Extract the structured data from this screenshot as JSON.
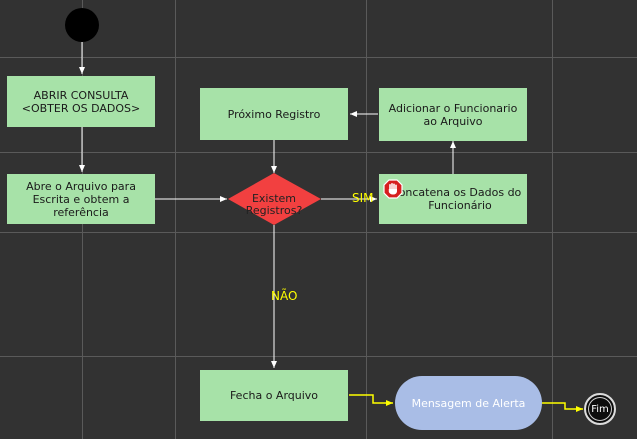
{
  "diagram": {
    "nodes": {
      "abrir_consulta": "ABRIR CONSULTA\n<OBTER OS DADOS>",
      "abre_arquivo": "Abre o Arquivo para\nEscrita e obtem a\nreferência",
      "proximo_registro": "Próximo Registro",
      "existem_registros": "Existem\nRegistros?",
      "adicionar_funcionario": "Adicionar o Funcionario\nao Arquivo",
      "concatena_dados": "oncatena os Dados do\nFuncionário",
      "fecha_arquivo": "Fecha o Arquivo",
      "mensagem_alerta": "Mensagem de Alerta",
      "fim": "Fim"
    },
    "edge_labels": {
      "sim": "SIM",
      "nao": "NÃO"
    },
    "icons": {
      "breakpoint": "stop-hand-icon"
    },
    "colors": {
      "background": "#323232",
      "grid": "#5a5a5a",
      "activity": "#a7e2a8",
      "decision": "#f24040",
      "alert": "#a9bde6",
      "edge_highlight": "#ffff00",
      "edge_default": "#ffffff"
    }
  }
}
